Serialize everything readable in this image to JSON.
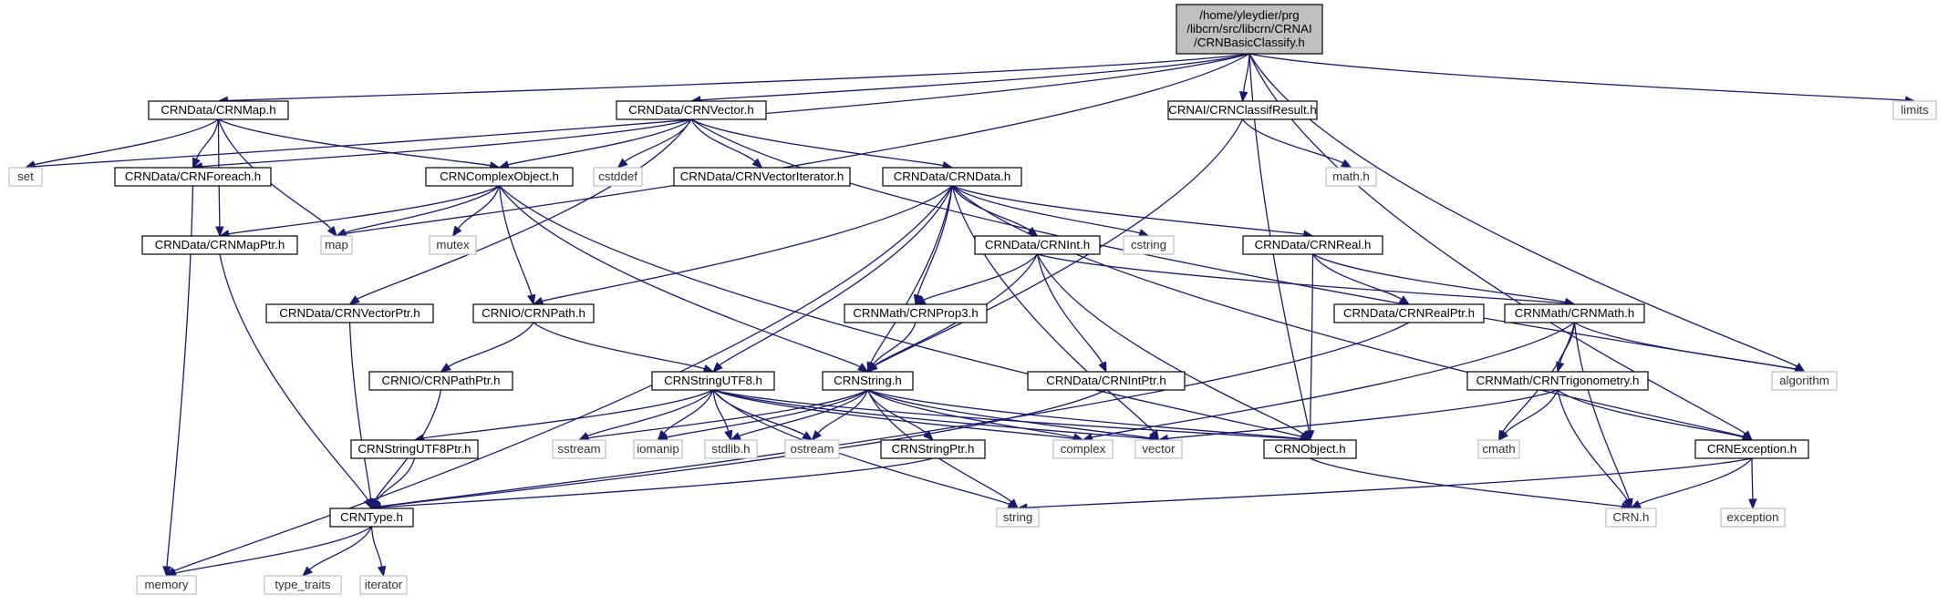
{
  "nodes": [
    {
      "id": "root",
      "lines": [
        "/home/yleydier/prg",
        "/libcrn/src/libcrn/CRNAI",
        "/CRNBasicClassify.h"
      ],
      "kind": "root"
    },
    {
      "id": "set",
      "lines": [
        "set"
      ],
      "kind": "system"
    },
    {
      "id": "map",
      "lines": [
        "map"
      ],
      "kind": "system"
    },
    {
      "id": "limits",
      "lines": [
        "limits"
      ],
      "kind": "system"
    },
    {
      "id": "crnmap",
      "lines": [
        "CRNData/CRNMap.h"
      ],
      "kind": "header"
    },
    {
      "id": "crnvector",
      "lines": [
        "CRNData/CRNVector.h"
      ],
      "kind": "header"
    },
    {
      "id": "classifresult",
      "lines": [
        "CRNAI/CRNClassifResult.h"
      ],
      "kind": "header"
    },
    {
      "id": "foreach",
      "lines": [
        "CRNData/CRNForeach.h"
      ],
      "kind": "header"
    },
    {
      "id": "complexobject",
      "lines": [
        "CRNComplexObject.h"
      ],
      "kind": "header"
    },
    {
      "id": "cstddef",
      "lines": [
        "cstddef"
      ],
      "kind": "system"
    },
    {
      "id": "vectoriterator",
      "lines": [
        "CRNData/CRNVectorIterator.h"
      ],
      "kind": "header"
    },
    {
      "id": "crndata",
      "lines": [
        "CRNData/CRNData.h"
      ],
      "kind": "header"
    },
    {
      "id": "mathh",
      "lines": [
        "math.h"
      ],
      "kind": "system"
    },
    {
      "id": "mapptr",
      "lines": [
        "CRNData/CRNMapPtr.h"
      ],
      "kind": "header"
    },
    {
      "id": "mutex",
      "lines": [
        "mutex"
      ],
      "kind": "system"
    },
    {
      "id": "crnint",
      "lines": [
        "CRNData/CRNInt.h"
      ],
      "kind": "header"
    },
    {
      "id": "cstring",
      "lines": [
        "cstring"
      ],
      "kind": "system"
    },
    {
      "id": "crnreal",
      "lines": [
        "CRNData/CRNReal.h"
      ],
      "kind": "header"
    },
    {
      "id": "vectorptr",
      "lines": [
        "CRNData/CRNVectorPtr.h"
      ],
      "kind": "header"
    },
    {
      "id": "crnpath",
      "lines": [
        "CRNIO/CRNPath.h"
      ],
      "kind": "header"
    },
    {
      "id": "prop3",
      "lines": [
        "CRNMath/CRNProp3.h"
      ],
      "kind": "header"
    },
    {
      "id": "realptr",
      "lines": [
        "CRNData/CRNRealPtr.h"
      ],
      "kind": "header"
    },
    {
      "id": "crnmath",
      "lines": [
        "CRNMath/CRNMath.h"
      ],
      "kind": "header"
    },
    {
      "id": "algorithm",
      "lines": [
        "algorithm"
      ],
      "kind": "system"
    },
    {
      "id": "pathptr",
      "lines": [
        "CRNIO/CRNPathPtr.h"
      ],
      "kind": "header"
    },
    {
      "id": "stringutf8",
      "lines": [
        "CRNStringUTF8.h"
      ],
      "kind": "header"
    },
    {
      "id": "crnstring",
      "lines": [
        "CRNString.h"
      ],
      "kind": "header"
    },
    {
      "id": "intptr",
      "lines": [
        "CRNData/CRNIntPtr.h"
      ],
      "kind": "header"
    },
    {
      "id": "trig",
      "lines": [
        "CRNMath/CRNTrigonometry.h"
      ],
      "kind": "header"
    },
    {
      "id": "utf8ptr",
      "lines": [
        "CRNStringUTF8Ptr.h"
      ],
      "kind": "header"
    },
    {
      "id": "sstream",
      "lines": [
        "sstream"
      ],
      "kind": "system"
    },
    {
      "id": "iomanip",
      "lines": [
        "iomanip"
      ],
      "kind": "system"
    },
    {
      "id": "stdlib",
      "lines": [
        "stdlib.h"
      ],
      "kind": "system"
    },
    {
      "id": "ostream",
      "lines": [
        "ostream"
      ],
      "kind": "system"
    },
    {
      "id": "stringptr",
      "lines": [
        "CRNStringPtr.h"
      ],
      "kind": "header"
    },
    {
      "id": "complex",
      "lines": [
        "complex"
      ],
      "kind": "system"
    },
    {
      "id": "vector",
      "lines": [
        "vector"
      ],
      "kind": "system"
    },
    {
      "id": "crnobject",
      "lines": [
        "CRNObject.h"
      ],
      "kind": "header"
    },
    {
      "id": "cmath",
      "lines": [
        "cmath"
      ],
      "kind": "system"
    },
    {
      "id": "crnexception",
      "lines": [
        "CRNException.h"
      ],
      "kind": "header"
    },
    {
      "id": "crntype",
      "lines": [
        "CRNType.h"
      ],
      "kind": "header"
    },
    {
      "id": "string",
      "lines": [
        "string"
      ],
      "kind": "system"
    },
    {
      "id": "crnh",
      "lines": [
        "CRN.h"
      ],
      "kind": "system"
    },
    {
      "id": "exception",
      "lines": [
        "exception"
      ],
      "kind": "system"
    },
    {
      "id": "memory",
      "lines": [
        "memory"
      ],
      "kind": "system"
    },
    {
      "id": "type_traits",
      "lines": [
        "type_traits"
      ],
      "kind": "system"
    },
    {
      "id": "iterator",
      "lines": [
        "iterator"
      ],
      "kind": "system"
    }
  ],
  "edges": [
    [
      "root",
      "set"
    ],
    [
      "root",
      "map"
    ],
    [
      "root",
      "limits"
    ],
    [
      "root",
      "crnmap"
    ],
    [
      "root",
      "crnvector"
    ],
    [
      "root",
      "classifresult"
    ],
    [
      "root",
      "algorithm"
    ],
    [
      "root",
      "crnobject"
    ],
    [
      "root",
      "crnexception"
    ],
    [
      "crnmap",
      "set"
    ],
    [
      "crnmap",
      "foreach"
    ],
    [
      "crnmap",
      "complexobject"
    ],
    [
      "crnmap",
      "map"
    ],
    [
      "crnmap",
      "mapptr"
    ],
    [
      "crnvector",
      "foreach"
    ],
    [
      "crnvector",
      "complexobject"
    ],
    [
      "crnvector",
      "cstddef"
    ],
    [
      "crnvector",
      "vectoriterator"
    ],
    [
      "crnvector",
      "crndata"
    ],
    [
      "crnvector",
      "vectorptr"
    ],
    [
      "crnvector",
      "algorithm"
    ],
    [
      "classifresult",
      "mathh"
    ],
    [
      "classifresult",
      "crnstring"
    ],
    [
      "foreach",
      "memory"
    ],
    [
      "complexobject",
      "map"
    ],
    [
      "complexobject",
      "mapptr"
    ],
    [
      "complexobject",
      "mutex"
    ],
    [
      "complexobject",
      "crnpath"
    ],
    [
      "complexobject",
      "crnstring"
    ],
    [
      "complexobject",
      "crnobject"
    ],
    [
      "crndata",
      "memory"
    ],
    [
      "crndata",
      "crnpath"
    ],
    [
      "crndata",
      "stringutf8"
    ],
    [
      "crndata",
      "crnstring"
    ],
    [
      "crndata",
      "prop3"
    ],
    [
      "crndata",
      "crnint"
    ],
    [
      "crndata",
      "cstring"
    ],
    [
      "crndata",
      "crnreal"
    ],
    [
      "crndata",
      "vector"
    ],
    [
      "crndata",
      "crnexception"
    ],
    [
      "mapptr",
      "crntype"
    ],
    [
      "crnint",
      "prop3"
    ],
    [
      "crnint",
      "crnstring"
    ],
    [
      "crnint",
      "intptr"
    ],
    [
      "crnint",
      "crnobject"
    ],
    [
      "crnint",
      "crnmath"
    ],
    [
      "crnreal",
      "realptr"
    ],
    [
      "crnreal",
      "crnmath"
    ],
    [
      "crnreal",
      "crnobject"
    ],
    [
      "vectorptr",
      "crntype"
    ],
    [
      "crnpath",
      "pathptr"
    ],
    [
      "crnpath",
      "stringutf8"
    ],
    [
      "prop3",
      "crnstring"
    ],
    [
      "realptr",
      "crntype"
    ],
    [
      "crnmath",
      "algorithm"
    ],
    [
      "crnmath",
      "trig"
    ],
    [
      "crnmath",
      "cmath"
    ],
    [
      "crnmath",
      "crnh"
    ],
    [
      "crnmath",
      "complex"
    ],
    [
      "pathptr",
      "crntype"
    ],
    [
      "stringutf8",
      "utf8ptr"
    ],
    [
      "stringutf8",
      "string"
    ],
    [
      "stringutf8",
      "sstream"
    ],
    [
      "stringutf8",
      "iomanip"
    ],
    [
      "stringutf8",
      "stdlib"
    ],
    [
      "stringutf8",
      "ostream"
    ],
    [
      "stringutf8",
      "complex"
    ],
    [
      "stringutf8",
      "vector"
    ],
    [
      "stringutf8",
      "crnobject"
    ],
    [
      "crnstring",
      "sstream"
    ],
    [
      "crnstring",
      "iomanip"
    ],
    [
      "crnstring",
      "stdlib"
    ],
    [
      "crnstring",
      "ostream"
    ],
    [
      "crnstring",
      "stringptr"
    ],
    [
      "crnstring",
      "complex"
    ],
    [
      "crnstring",
      "vector"
    ],
    [
      "crnstring",
      "crnobject"
    ],
    [
      "crnstring",
      "string"
    ],
    [
      "intptr",
      "crntype"
    ],
    [
      "trig",
      "vector"
    ],
    [
      "trig",
      "cmath"
    ],
    [
      "trig",
      "crnexception"
    ],
    [
      "trig",
      "crnh"
    ],
    [
      "utf8ptr",
      "crntype"
    ],
    [
      "stringptr",
      "crntype"
    ],
    [
      "crnobject",
      "crnh"
    ],
    [
      "crnexception",
      "string"
    ],
    [
      "crnexception",
      "crnh"
    ],
    [
      "crnexception",
      "exception"
    ],
    [
      "crntype",
      "memory"
    ],
    [
      "crntype",
      "type_traits"
    ],
    [
      "crntype",
      "iterator"
    ]
  ],
  "colors": {
    "edge": "#191970",
    "node_border": "#000000",
    "system_border": "#bfbfbf",
    "root_fill": "#bfbfbf",
    "node_fill": "#ffffff"
  }
}
